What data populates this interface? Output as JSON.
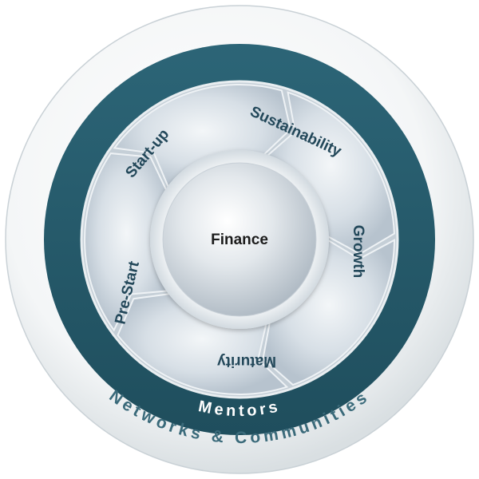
{
  "center": {
    "label": "Finance"
  },
  "stages": [
    {
      "id": "start-up",
      "label": "Start-up"
    },
    {
      "id": "sustainability",
      "label": "Sustainability"
    },
    {
      "id": "growth",
      "label": "Growth"
    },
    {
      "id": "maturity",
      "label": "Maturity"
    },
    {
      "id": "pre-start",
      "label": "Pre-Start"
    }
  ],
  "mentors_ring": {
    "label": "Mentors"
  },
  "outer_ring": {
    "label": "Networks & Communities"
  },
  "colors": {
    "teal": "#255a6b",
    "teal_dark": "#1d4a59",
    "stage_text": "#23485a",
    "center_text": "#1c1c1c",
    "outer_text": "#3a6a7a"
  }
}
